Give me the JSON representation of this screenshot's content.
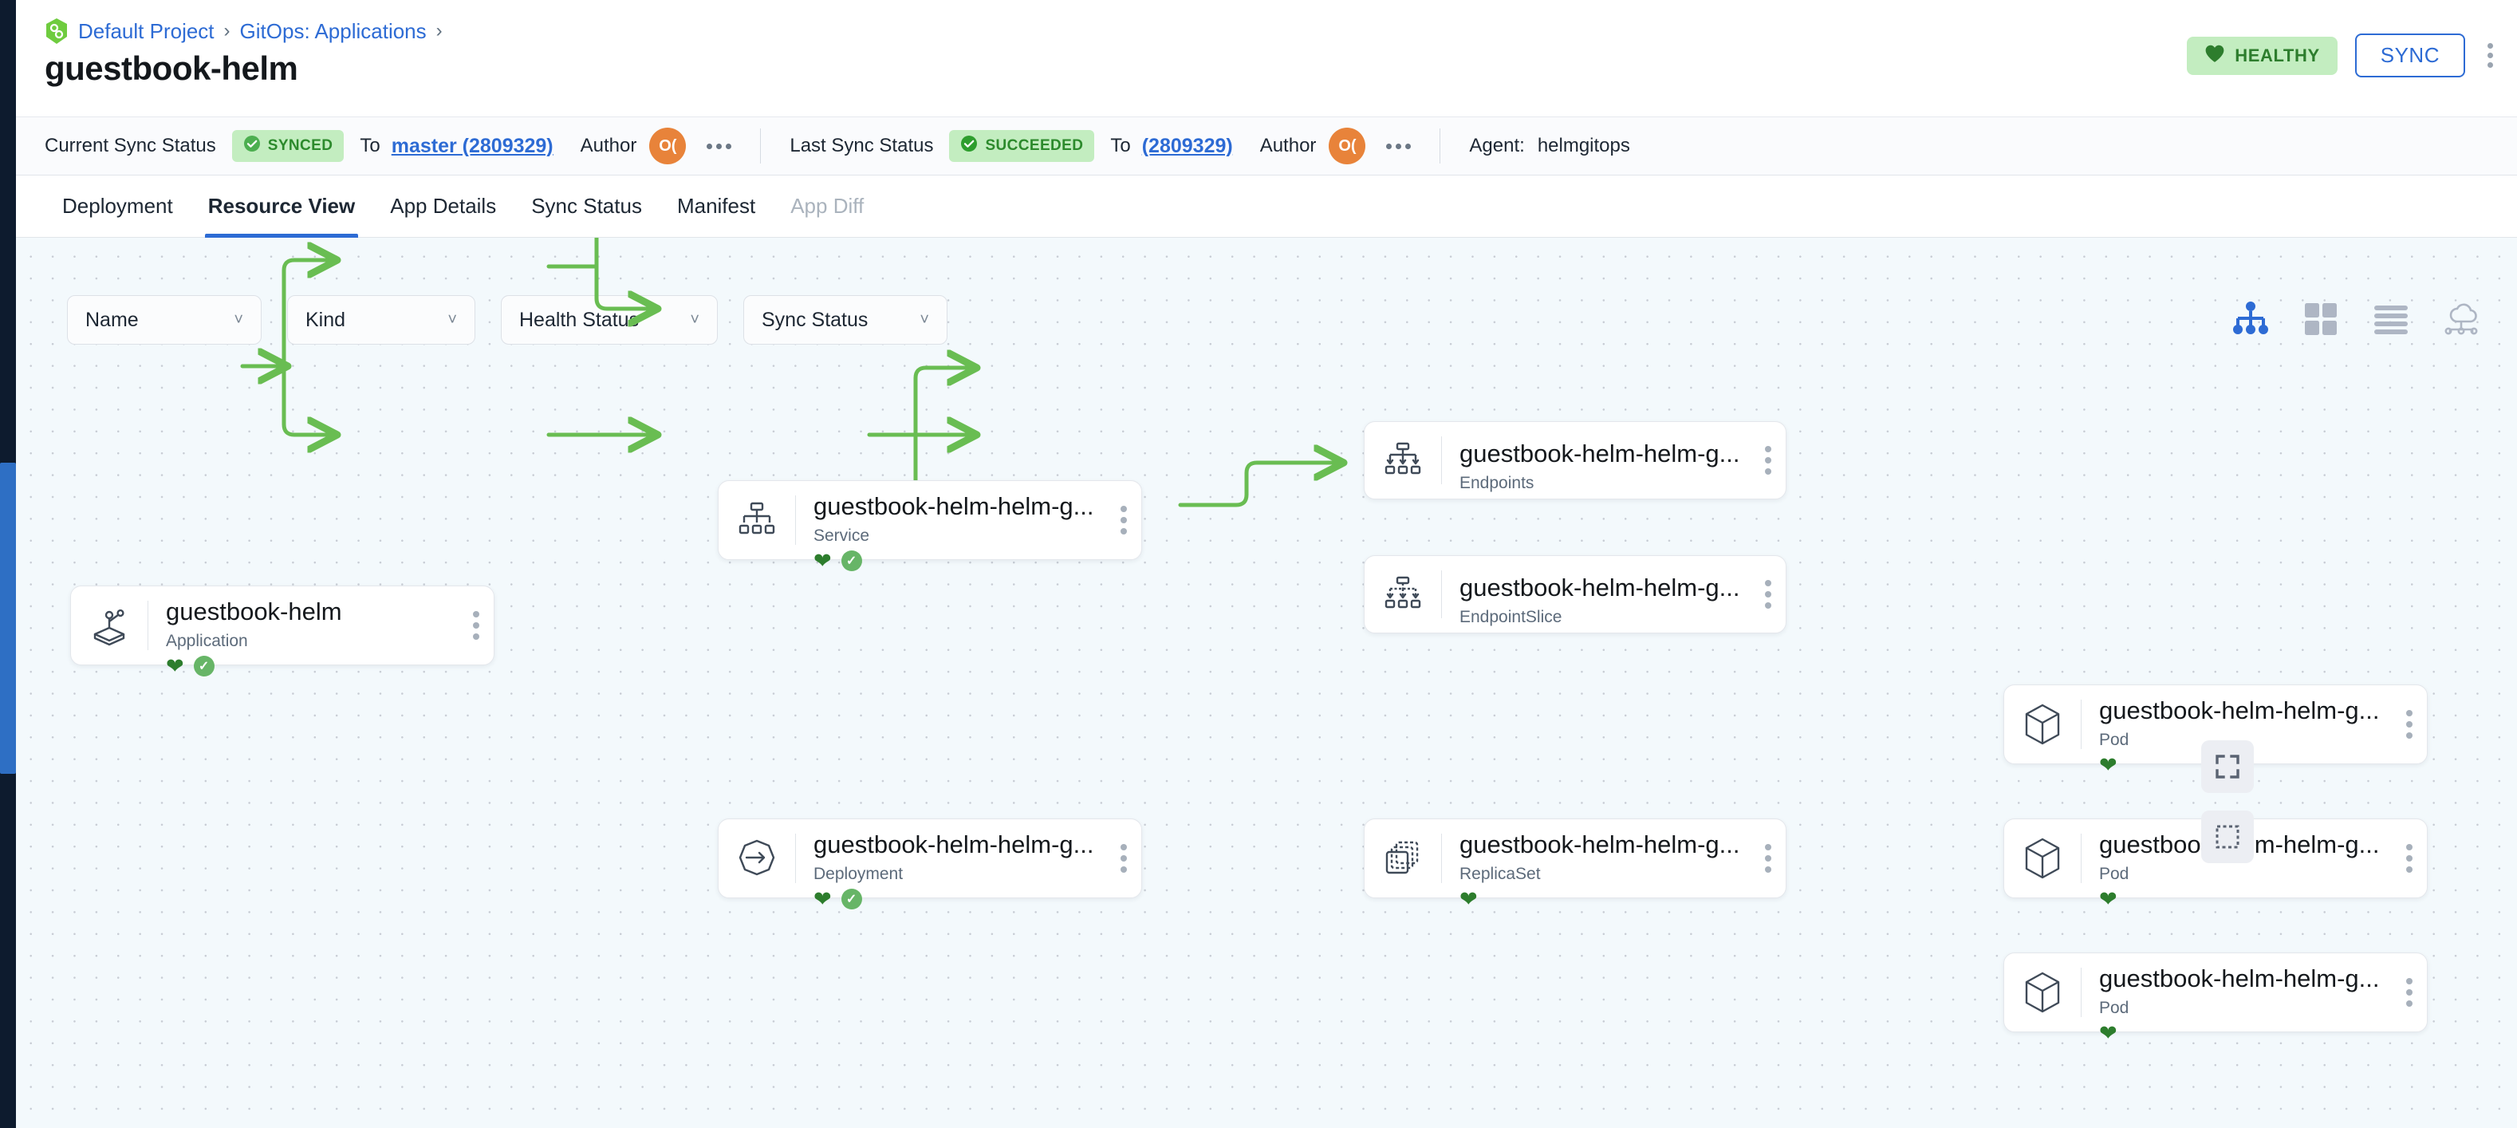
{
  "breadcrumb": {
    "logo_icon": "argo-logo-icon",
    "items": [
      {
        "label": "Default Project",
        "sep": "›"
      },
      {
        "label": "GitOps: Applications",
        "sep": "›"
      }
    ]
  },
  "header": {
    "title": "guestbook-helm",
    "health_badge": {
      "label": "HEALTHY",
      "icon": "heart-icon",
      "bg": "#c3edc0",
      "fg": "#2d7d2d"
    },
    "sync_button": {
      "label": "SYNC",
      "color": "#2d6bd4"
    },
    "overflow_icon": "kebab-menu-icon"
  },
  "statusbar": {
    "current_sync_label": "Current Sync Status",
    "current_sync_badge": {
      "label": "SYNCED",
      "icon": "check-circle-icon"
    },
    "current_to_label": "To",
    "current_revision": "master (2809329)",
    "current_author_label": "Author",
    "current_author_initials": "O(",
    "current_more_icon": "ellipsis-icon",
    "last_sync_label": "Last Sync Status",
    "last_sync_badge": {
      "label": "SUCCEEDED",
      "icon": "check-circle-icon"
    },
    "last_to_label": "To",
    "last_revision": "(2809329)",
    "last_author_label": "Author",
    "last_author_initials": "O(",
    "last_more_icon": "ellipsis-icon",
    "agent_label": "Agent:",
    "agent_value": "helmgitops"
  },
  "tabs": [
    {
      "label": "Deployment",
      "active": false,
      "disabled": false
    },
    {
      "label": "Resource View",
      "active": true,
      "disabled": false
    },
    {
      "label": "App Details",
      "active": false,
      "disabled": false
    },
    {
      "label": "Sync Status",
      "active": false,
      "disabled": false
    },
    {
      "label": "Manifest",
      "active": false,
      "disabled": false
    },
    {
      "label": "App Diff",
      "active": false,
      "disabled": true
    }
  ],
  "filters": [
    {
      "label": "Name",
      "icon": "chevron-down-icon"
    },
    {
      "label": "Kind",
      "icon": "chevron-down-icon"
    },
    {
      "label": "Health Status",
      "icon": "chevron-down-icon"
    },
    {
      "label": "Sync Status",
      "icon": "chevron-down-icon"
    }
  ],
  "view_toggles": [
    {
      "icon": "tree-view-icon",
      "active": true
    },
    {
      "icon": "grid-view-icon",
      "active": false
    },
    {
      "icon": "list-view-icon",
      "active": false
    },
    {
      "icon": "network-view-icon",
      "active": false
    }
  ],
  "canvas_controls": [
    {
      "icon": "fullscreen-icon"
    },
    {
      "icon": "select-region-icon"
    }
  ],
  "graph": {
    "nodes": [
      {
        "id": "app",
        "name": "guestbook-helm",
        "kind": "Application",
        "icon": "application-icon",
        "health": true,
        "synced": true
      },
      {
        "id": "svc",
        "name": "guestbook-helm-helm-g...",
        "kind": "Service",
        "icon": "service-icon",
        "health": true,
        "synced": true
      },
      {
        "id": "ep",
        "name": "guestbook-helm-helm-g...",
        "kind": "Endpoints",
        "icon": "endpoints-icon",
        "health": false,
        "synced": false
      },
      {
        "id": "eps",
        "name": "guestbook-helm-helm-g...",
        "kind": "EndpointSlice",
        "icon": "endpointslice-icon",
        "health": false,
        "synced": false
      },
      {
        "id": "deploy",
        "name": "guestbook-helm-helm-g...",
        "kind": "Deployment",
        "icon": "deployment-icon",
        "health": true,
        "synced": true
      },
      {
        "id": "rs",
        "name": "guestbook-helm-helm-g...",
        "kind": "ReplicaSet",
        "icon": "replicaset-icon",
        "health": true,
        "synced": false
      },
      {
        "id": "pod1",
        "name": "guestbook-helm-helm-g...",
        "kind": "Pod",
        "icon": "pod-icon",
        "health": true,
        "synced": false
      },
      {
        "id": "pod2",
        "name": "guestbook-helm-helm-g...",
        "kind": "Pod",
        "icon": "pod-icon",
        "health": true,
        "synced": false
      },
      {
        "id": "pod3",
        "name": "guestbook-helm-helm-g...",
        "kind": "Pod",
        "icon": "pod-icon",
        "health": true,
        "synced": false
      }
    ],
    "edge_color": "#69bd52",
    "kebab_icon": "kebab-menu-icon"
  }
}
